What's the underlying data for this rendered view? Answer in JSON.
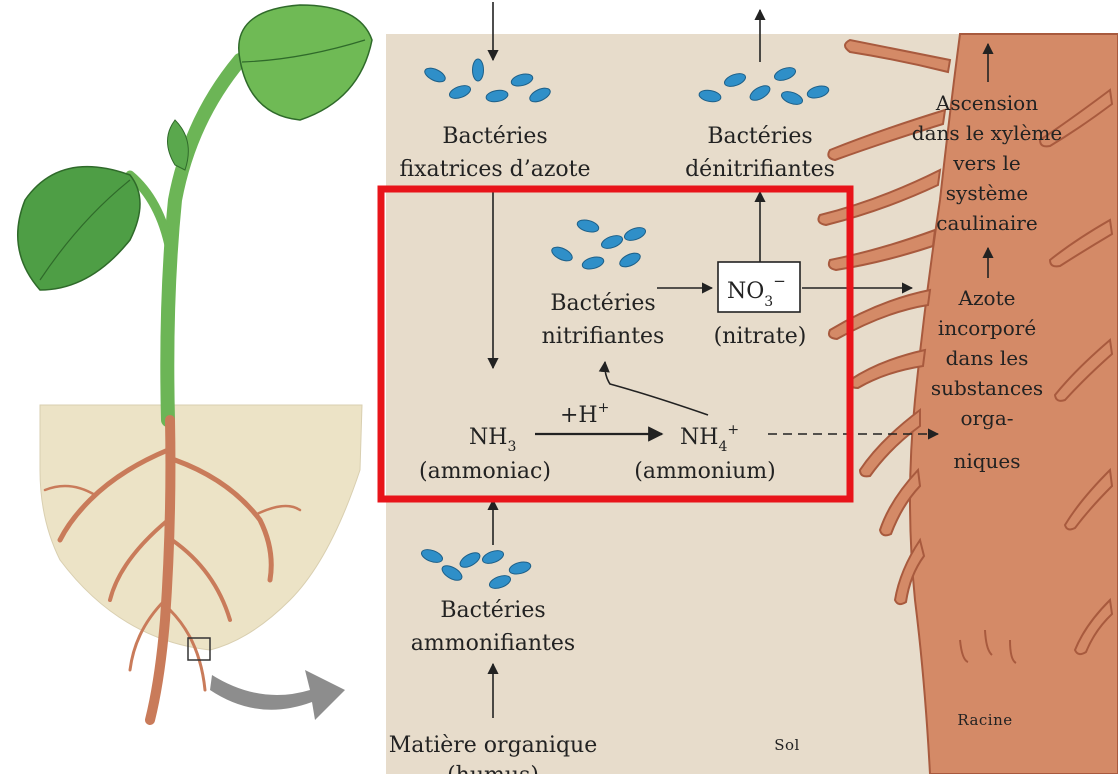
{
  "colors": {
    "soil_panel": "#e7dccb",
    "bacteria": "#2f8fc8",
    "root": "#d48a67",
    "root_dark": "#b8664a",
    "leaf": "#5aa84d",
    "highlight_box": "#e8141a",
    "arrow": "#222222"
  },
  "labels": {
    "fixing_line1": "Bactéries",
    "fixing_line2": "fixatrices d’azote",
    "denitrifying_line1": "Bactéries",
    "denitrifying_line2": "dénitrifiantes",
    "nitrifying_line1": "Bactéries",
    "nitrifying_line2": "nitrifiantes",
    "nitrate_formula": "NO",
    "nitrate_sub": "3",
    "nitrate_sup": "−",
    "nitrate_name": "(nitrate)",
    "ammonia_formula": "NH",
    "ammonia_sub": "3",
    "ammonia_name": "(ammoniac)",
    "proton": "+H",
    "proton_sup": "+",
    "ammonium_formula": "NH",
    "ammonium_sub": "4",
    "ammonium_sup": "+",
    "ammonium_name": "(ammonium)",
    "ammonifying_line1": "Bactéries",
    "ammonifying_line2": "ammonifiantes",
    "organic_line1": "Matière organique",
    "organic_line2": "(humus)",
    "soil": "Sol",
    "root": "Racine",
    "ascension_1": "Ascension",
    "ascension_2": "dans le xylème",
    "ascension_3": "vers le",
    "ascension_4": "système",
    "ascension_5": "caulinaire",
    "incorp_1": "Azote",
    "incorp_2": "incorporé",
    "incorp_3": "dans les",
    "incorp_4": "substances",
    "incorp_5": "orga-",
    "incorp_6": "niques"
  }
}
